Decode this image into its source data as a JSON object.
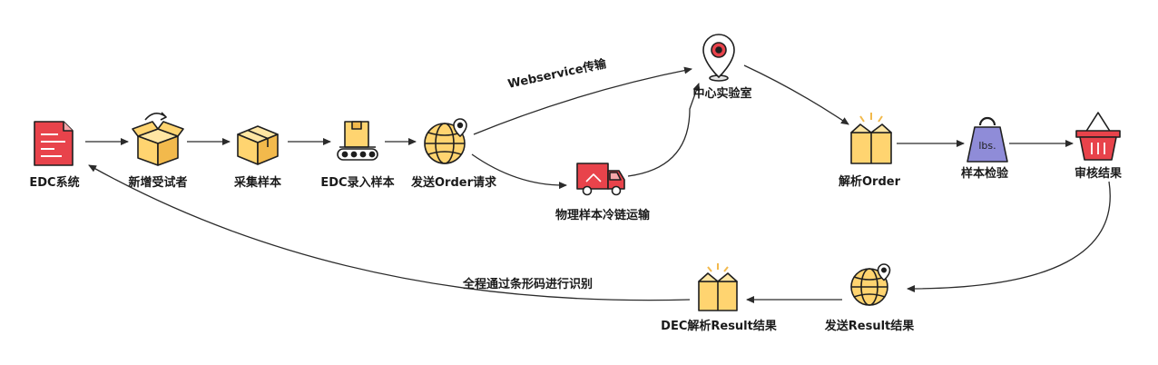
{
  "nodes": {
    "edc_system": "EDC系统",
    "new_subject": "新增受试者",
    "collect_sample": "采集样本",
    "edc_entry": "EDC录入样本",
    "send_order": "发送Order请求",
    "central_lab": "中心实验室",
    "cold_chain": "物理样本冷链运输",
    "parse_order": "解析Order",
    "sample_test": "样本检验",
    "review_result": "审核结果",
    "send_result": "发送Result结果",
    "dec_parse_result": "DEC解析Result结果"
  },
  "edges": {
    "webservice": "Webservice传输",
    "barcode_note": "全程通过条形码进行识别"
  },
  "icons": {
    "scale_text": "lbs."
  },
  "colors": {
    "outline": "#1f1f1f",
    "yellow": "#ffd470",
    "red": "#e8434b",
    "purple": "#8f8cd8",
    "line": "#2b2b2b"
  }
}
